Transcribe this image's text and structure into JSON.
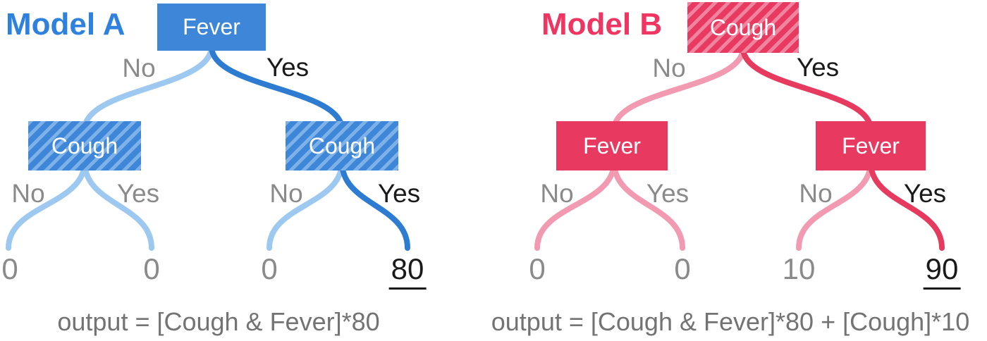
{
  "figure": {
    "models": [
      {
        "title": "Model A",
        "colors": {
          "accent": "#2e82de",
          "node": "#3e86d8",
          "node_hatch_stripe": "#7eb1e8",
          "branch_light": "#9dc9f0",
          "branch_dark": "#2e7cd2"
        },
        "root": {
          "label": "Fever",
          "no": "No",
          "yes": "Yes"
        },
        "left_child": {
          "label": "Cough",
          "no": "No",
          "yes": "Yes"
        },
        "right_child": {
          "label": "Cough",
          "no": "No",
          "yes": "Yes"
        },
        "leaves": [
          "0",
          "0",
          "0",
          "80"
        ],
        "highlighted_leaf": "80",
        "caption": "output = [Cough & Fever]*80"
      },
      {
        "title": "Model B",
        "colors": {
          "accent": "#ef3561",
          "node": "#e83a60",
          "node_hatch_stripe": "#f0849f",
          "branch_light": "#f29ab2",
          "branch_dark": "#e73a5f"
        },
        "root": {
          "label": "Cough",
          "no": "No",
          "yes": "Yes"
        },
        "left_child": {
          "label": "Fever",
          "no": "No",
          "yes": "Yes"
        },
        "right_child": {
          "label": "Fever",
          "no": "No",
          "yes": "Yes"
        },
        "leaves": [
          "0",
          "0",
          "10",
          "90"
        ],
        "highlighted_leaf": "90",
        "caption": "output = [Cough & Fever]*80 + [Cough]*10"
      }
    ]
  }
}
